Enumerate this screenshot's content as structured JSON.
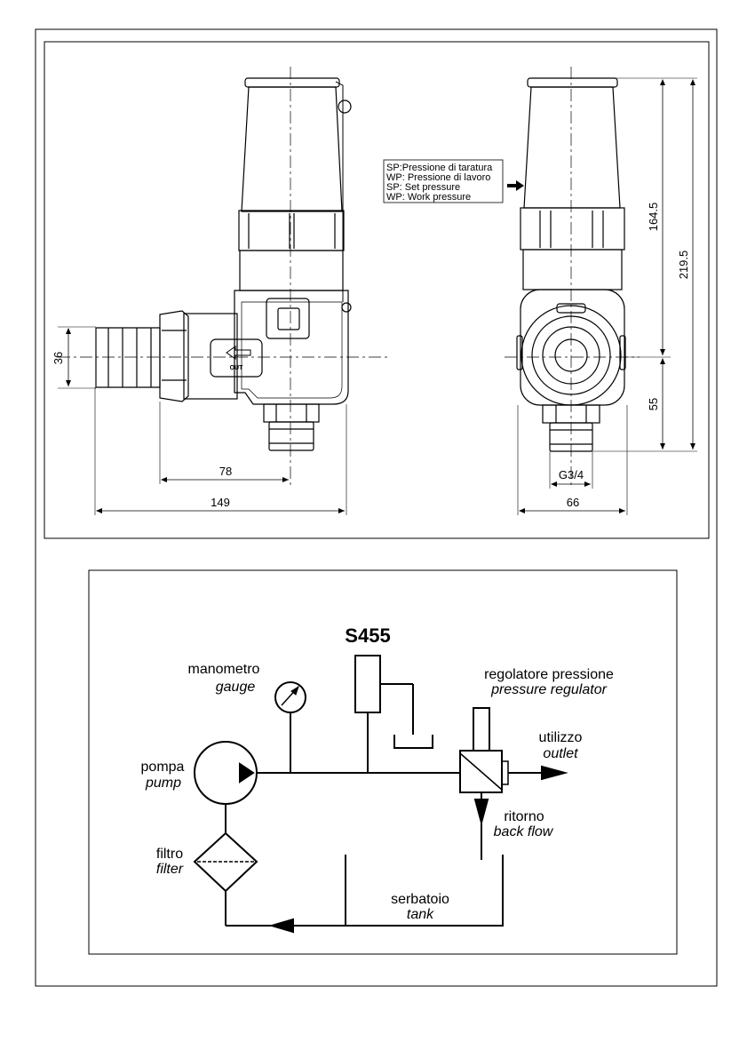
{
  "drawing": {
    "dimensions": {
      "d36": "36",
      "d78": "78",
      "d149": "149",
      "d164": "164.5",
      "d219": "219.5",
      "d55": "55",
      "dg34": "G3/4",
      "d66": "66"
    },
    "out_label": "OUT",
    "note_lines": [
      "SP:Pressione di taratura",
      "WP: Pressione di lavoro",
      "SP: Set pressure",
      "WP: Work pressure"
    ]
  },
  "schematic": {
    "title": "S455",
    "gauge": {
      "it": "manometro",
      "en": "gauge"
    },
    "regulator": {
      "it": "regolatore pressione",
      "en": "pressure regulator"
    },
    "outlet": {
      "it": "utilizzo",
      "en": "outlet"
    },
    "pump": {
      "it": "pompa",
      "en": "pump"
    },
    "backflow": {
      "it": "ritorno",
      "en": "back flow"
    },
    "filter": {
      "it": "filtro",
      "en": "filter"
    },
    "tank": {
      "it": "serbatoio",
      "en": "tank"
    }
  }
}
